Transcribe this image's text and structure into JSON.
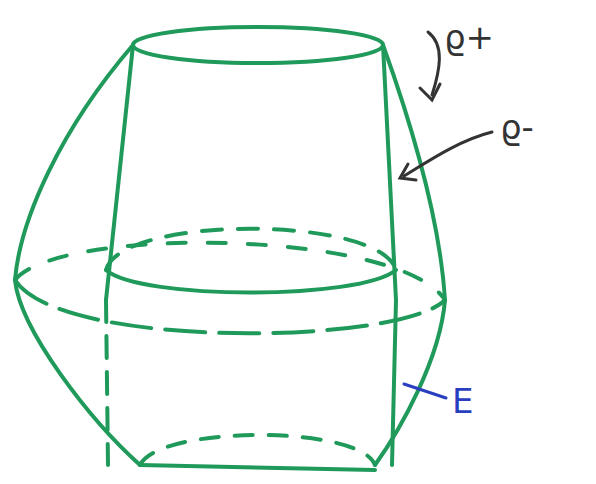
{
  "diagram": {
    "labels": [
      "ϱ+",
      "ϱ-",
      "E"
    ]
  }
}
